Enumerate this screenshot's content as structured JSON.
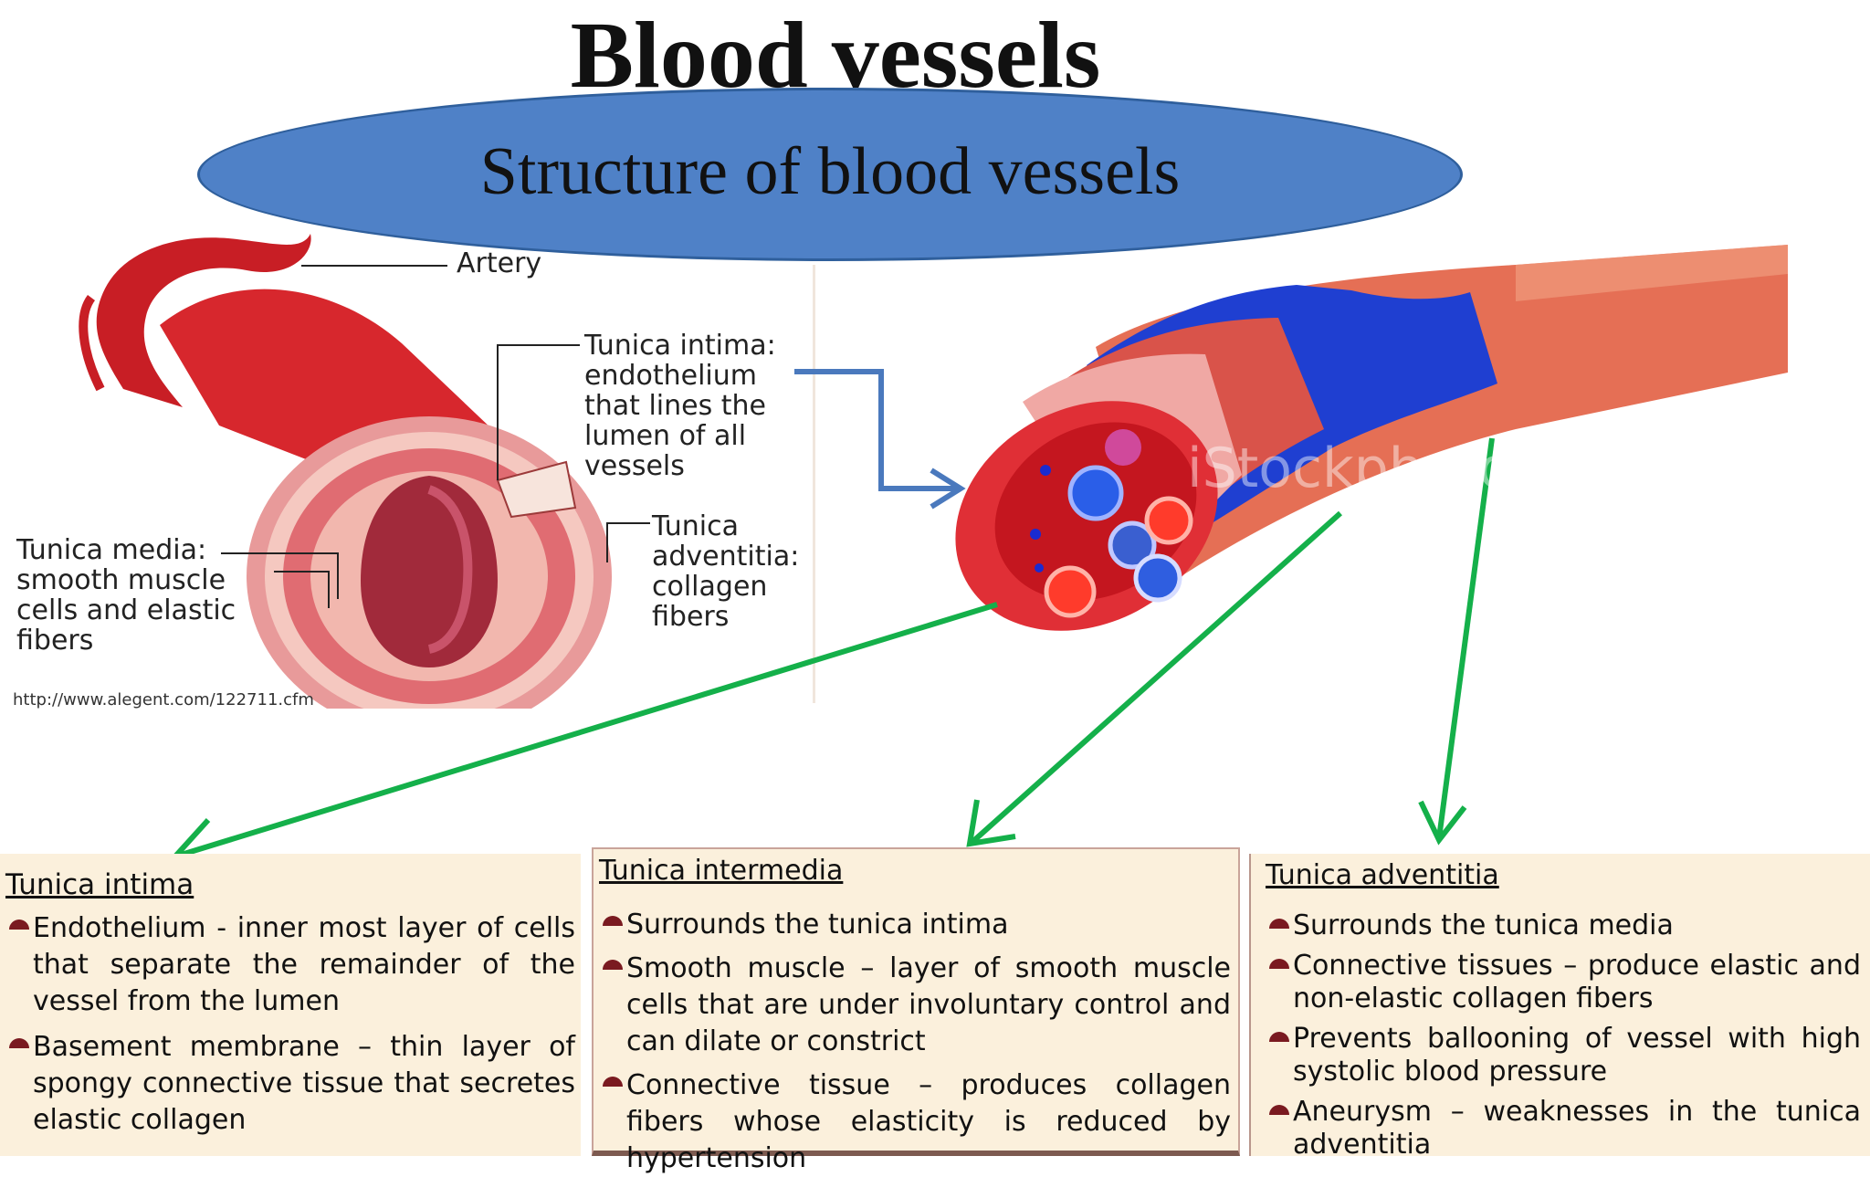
{
  "title": "Blood vessels",
  "subtitle": "Structure of   blood vessels",
  "left_figure": {
    "artery": "Artery",
    "intima_l1": "Tunica intima:",
    "intima_l2": "endothelium",
    "intima_l3": "that lines the",
    "intima_l4": "lumen of all",
    "intima_l5": "vessels",
    "media_l1": "Tunica media:",
    "media_l2": "smooth muscle",
    "media_l3": "cells and elastic",
    "media_l4": "fibers",
    "adv_l1": "Tunica",
    "adv_l2": "adventitia:",
    "adv_l3": "collagen",
    "adv_l4": "fibers",
    "url": "http://www.alegent.com/122711.cfm"
  },
  "right_figure": {
    "watermark": "iStockphoto"
  },
  "colors": {
    "ellipse": "#4f81c7",
    "arrow_blue": "#4a79bd",
    "arrow_green": "#14b04a",
    "panel_bg": "#fbf0dc",
    "bullet": "#7a1a20"
  },
  "panels": {
    "intima": {
      "heading": "Tunica intima",
      "items": [
        "Endothelium - inner most layer of cells that separate the remainder of the vessel from the lumen",
        "Basement membrane – thin layer of spongy connective tissue that secretes elastic collagen"
      ]
    },
    "media": {
      "heading": "Tunica intermedia",
      "items": [
        "Surrounds the tunica intima",
        "Smooth muscle – layer of smooth muscle cells that are under involuntary control and can dilate or constrict",
        "Connective tissue – produces collagen fibers whose elasticity is reduced by hypertension"
      ]
    },
    "adventitia": {
      "heading": "Tunica adventitia",
      "items": [
        "Surrounds the tunica media",
        "Connective tissues – produce elastic and non-elastic collagen fibers",
        "Prevents ballooning of vessel with high systolic blood pressure",
        "Aneurysm – weaknesses in the tunica adventitia"
      ]
    }
  }
}
